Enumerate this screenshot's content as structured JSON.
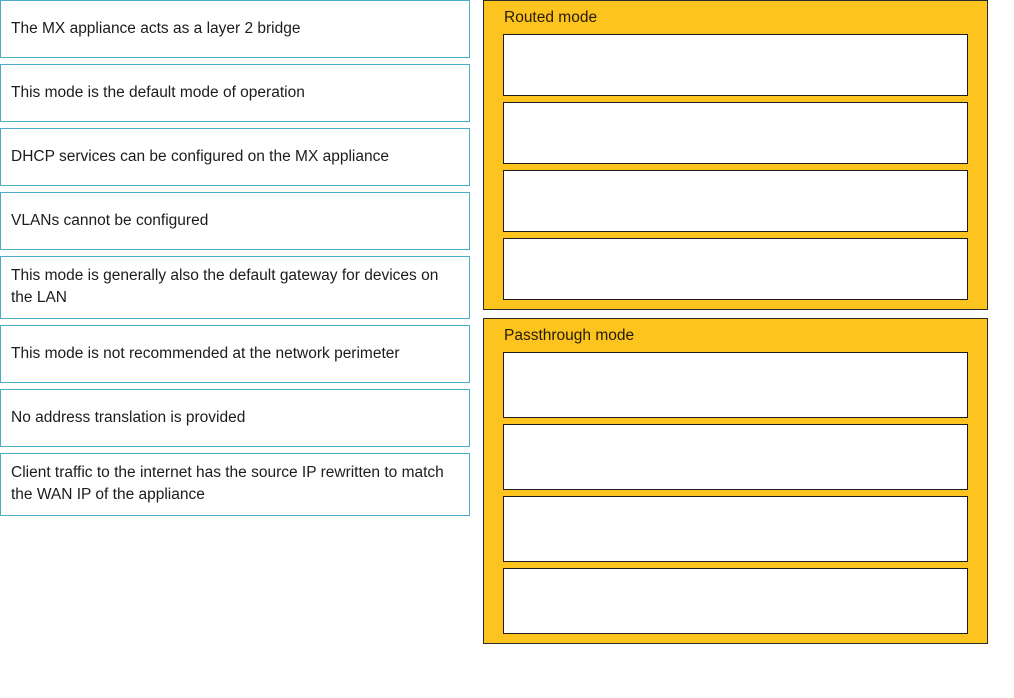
{
  "colors": {
    "panel_background": "#fdc41f",
    "panel_border": "#2b2b2b",
    "tile_border": "#4aacc5",
    "tile_background": "#ffffff",
    "text": "#1c1c1c"
  },
  "statements": {
    "items": [
      {
        "text": "The MX appliance acts as a layer 2 bridge"
      },
      {
        "text": "This mode is the default mode of operation"
      },
      {
        "text": "DHCP services can be configured on the MX appliance"
      },
      {
        "text": "VLANs cannot be configured"
      },
      {
        "text": "This mode is generally also the default gateway for devices on the LAN"
      },
      {
        "text": "This mode is not recommended at the network perimeter"
      },
      {
        "text": "No address translation is provided"
      },
      {
        "text": "Client traffic to the internet has the source IP rewritten to match the WAN IP of the appliance"
      }
    ]
  },
  "panels": [
    {
      "title": "Routed mode",
      "slots": [
        {
          "text": ""
        },
        {
          "text": ""
        },
        {
          "text": ""
        },
        {
          "text": ""
        }
      ]
    },
    {
      "title": "Passthrough mode",
      "slots": [
        {
          "text": ""
        },
        {
          "text": ""
        },
        {
          "text": ""
        },
        {
          "text": ""
        }
      ]
    }
  ]
}
